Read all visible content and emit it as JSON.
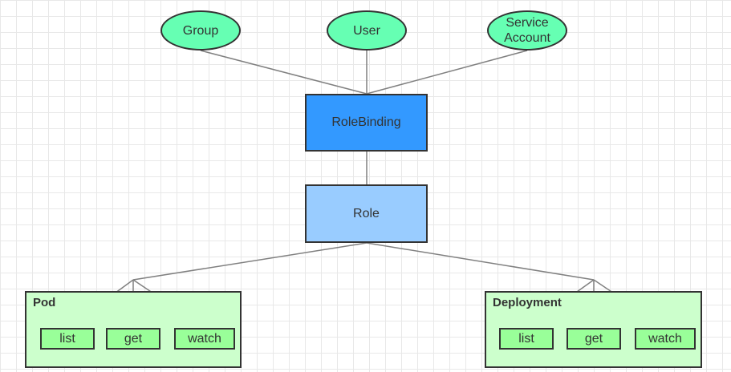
{
  "colors": {
    "subject_fill": "#66ffb3",
    "rolebinding_fill": "#3399ff",
    "role_fill": "#99ccff",
    "resource_group_fill": "#ccffcc",
    "verb_fill": "#99ff99",
    "line": "#808080",
    "border": "#333333"
  },
  "subjects": [
    {
      "label": "Group"
    },
    {
      "label": "User"
    },
    {
      "label": "Service\nAccount"
    }
  ],
  "rolebinding": {
    "label": "RoleBinding"
  },
  "role": {
    "label": "Role"
  },
  "resources": [
    {
      "title": "Pod",
      "verbs": [
        "list",
        "get",
        "watch"
      ]
    },
    {
      "title": "Deployment",
      "verbs": [
        "list",
        "get",
        "watch"
      ]
    }
  ]
}
